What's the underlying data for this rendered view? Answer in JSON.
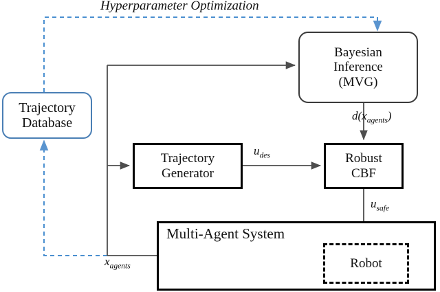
{
  "diagram": {
    "title_label": "Hyperparameter Optimization",
    "colors": {
      "database_outline": "#4a7fb5",
      "feedback_dashed": "#4a8fd0",
      "solid_wire": "#4d4d4d",
      "box_outline": "#000000",
      "background": "#ffffff"
    },
    "nodes": [
      {
        "id": "trajectory-database",
        "lines": [
          "Trajectory",
          "Database"
        ],
        "shape": "rounded-rectangle",
        "border": "solid",
        "accent": "#4a7fb5"
      },
      {
        "id": "bayesian-inference",
        "lines": [
          "Bayesian",
          "Inference",
          "(MVG)"
        ],
        "shape": "rounded-rectangle",
        "border": "solid",
        "accent": "#3a3a3a"
      },
      {
        "id": "trajectory-generator",
        "lines": [
          "Trajectory",
          "Generator"
        ],
        "shape": "rectangle",
        "border": "solid",
        "accent": "#000000"
      },
      {
        "id": "robust-cbf",
        "lines": [
          "Robust",
          "CBF"
        ],
        "shape": "rectangle",
        "border": "solid",
        "accent": "#000000"
      },
      {
        "id": "multi-agent-system",
        "lines": [
          "Multi-Agent System"
        ],
        "shape": "rectangle",
        "border": "solid",
        "accent": "#000000"
      },
      {
        "id": "robot",
        "lines": [
          "Robot"
        ],
        "shape": "rectangle",
        "border": "dashed",
        "accent": "#000000"
      }
    ],
    "edge_labels": {
      "d_of_x_agents": {
        "base": "d(x",
        "sub": "agents",
        "tail": ")"
      },
      "u_des": {
        "base": "u",
        "sub": "des",
        "tail": ""
      },
      "u_safe": {
        "base": "u",
        "sub": "safe",
        "tail": ""
      },
      "x_agents": {
        "base": "x",
        "sub": "agents",
        "tail": ""
      }
    },
    "edges": [
      {
        "from": "trajectory-database",
        "to": "bayesian-inference",
        "style": "dashed",
        "label": "Hyperparameter Optimization"
      },
      {
        "from": "x_agents-bus",
        "to": "bayesian-inference",
        "style": "solid",
        "label": ""
      },
      {
        "from": "x_agents-bus",
        "to": "trajectory-generator",
        "style": "solid",
        "label": ""
      },
      {
        "from": "bayesian-inference",
        "to": "robust-cbf",
        "style": "solid",
        "label": "d(x_agents)"
      },
      {
        "from": "trajectory-generator",
        "to": "robust-cbf",
        "style": "solid",
        "label": "u_des"
      },
      {
        "from": "robust-cbf",
        "to": "robot",
        "style": "solid",
        "label": "u_safe"
      },
      {
        "from": "multi-agent-system",
        "to": "trajectory-database",
        "style": "dashed",
        "label": "x_agents"
      }
    ]
  }
}
